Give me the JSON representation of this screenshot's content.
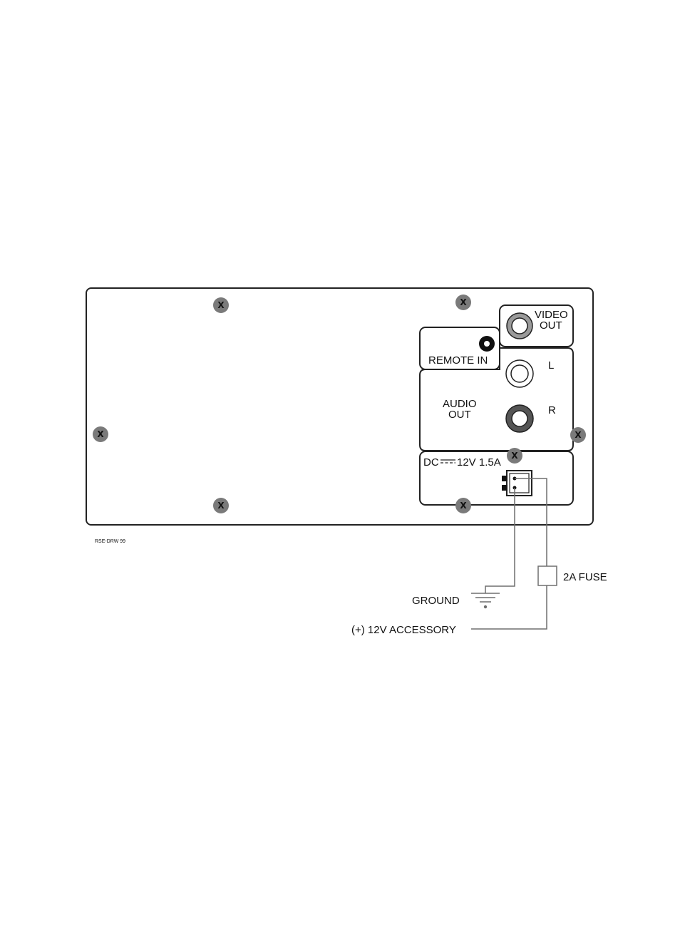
{
  "panel": {
    "video_out_line1": "VIDEO",
    "video_out_line2": "OUT",
    "remote_in": "REMOTE IN",
    "audio_out_line1": "AUDIO",
    "audio_out_line2": "OUT",
    "audio_left": "L",
    "audio_right": "R",
    "dc_prefix": "DC",
    "dc_rating": "12V 1.5A",
    "screw_mark": "X"
  },
  "drawing_ref": "RSE-DRW 99",
  "wiring": {
    "fuse": "2A FUSE",
    "ground": "GROUND",
    "accessory": "(+) 12V ACCESSORY"
  },
  "colors": {
    "outline": "#222222",
    "screw": "#7a7a7a",
    "wire": "#6e6e6e",
    "jack_grey": "#9a9a9a",
    "jack_dark": "#555555"
  }
}
